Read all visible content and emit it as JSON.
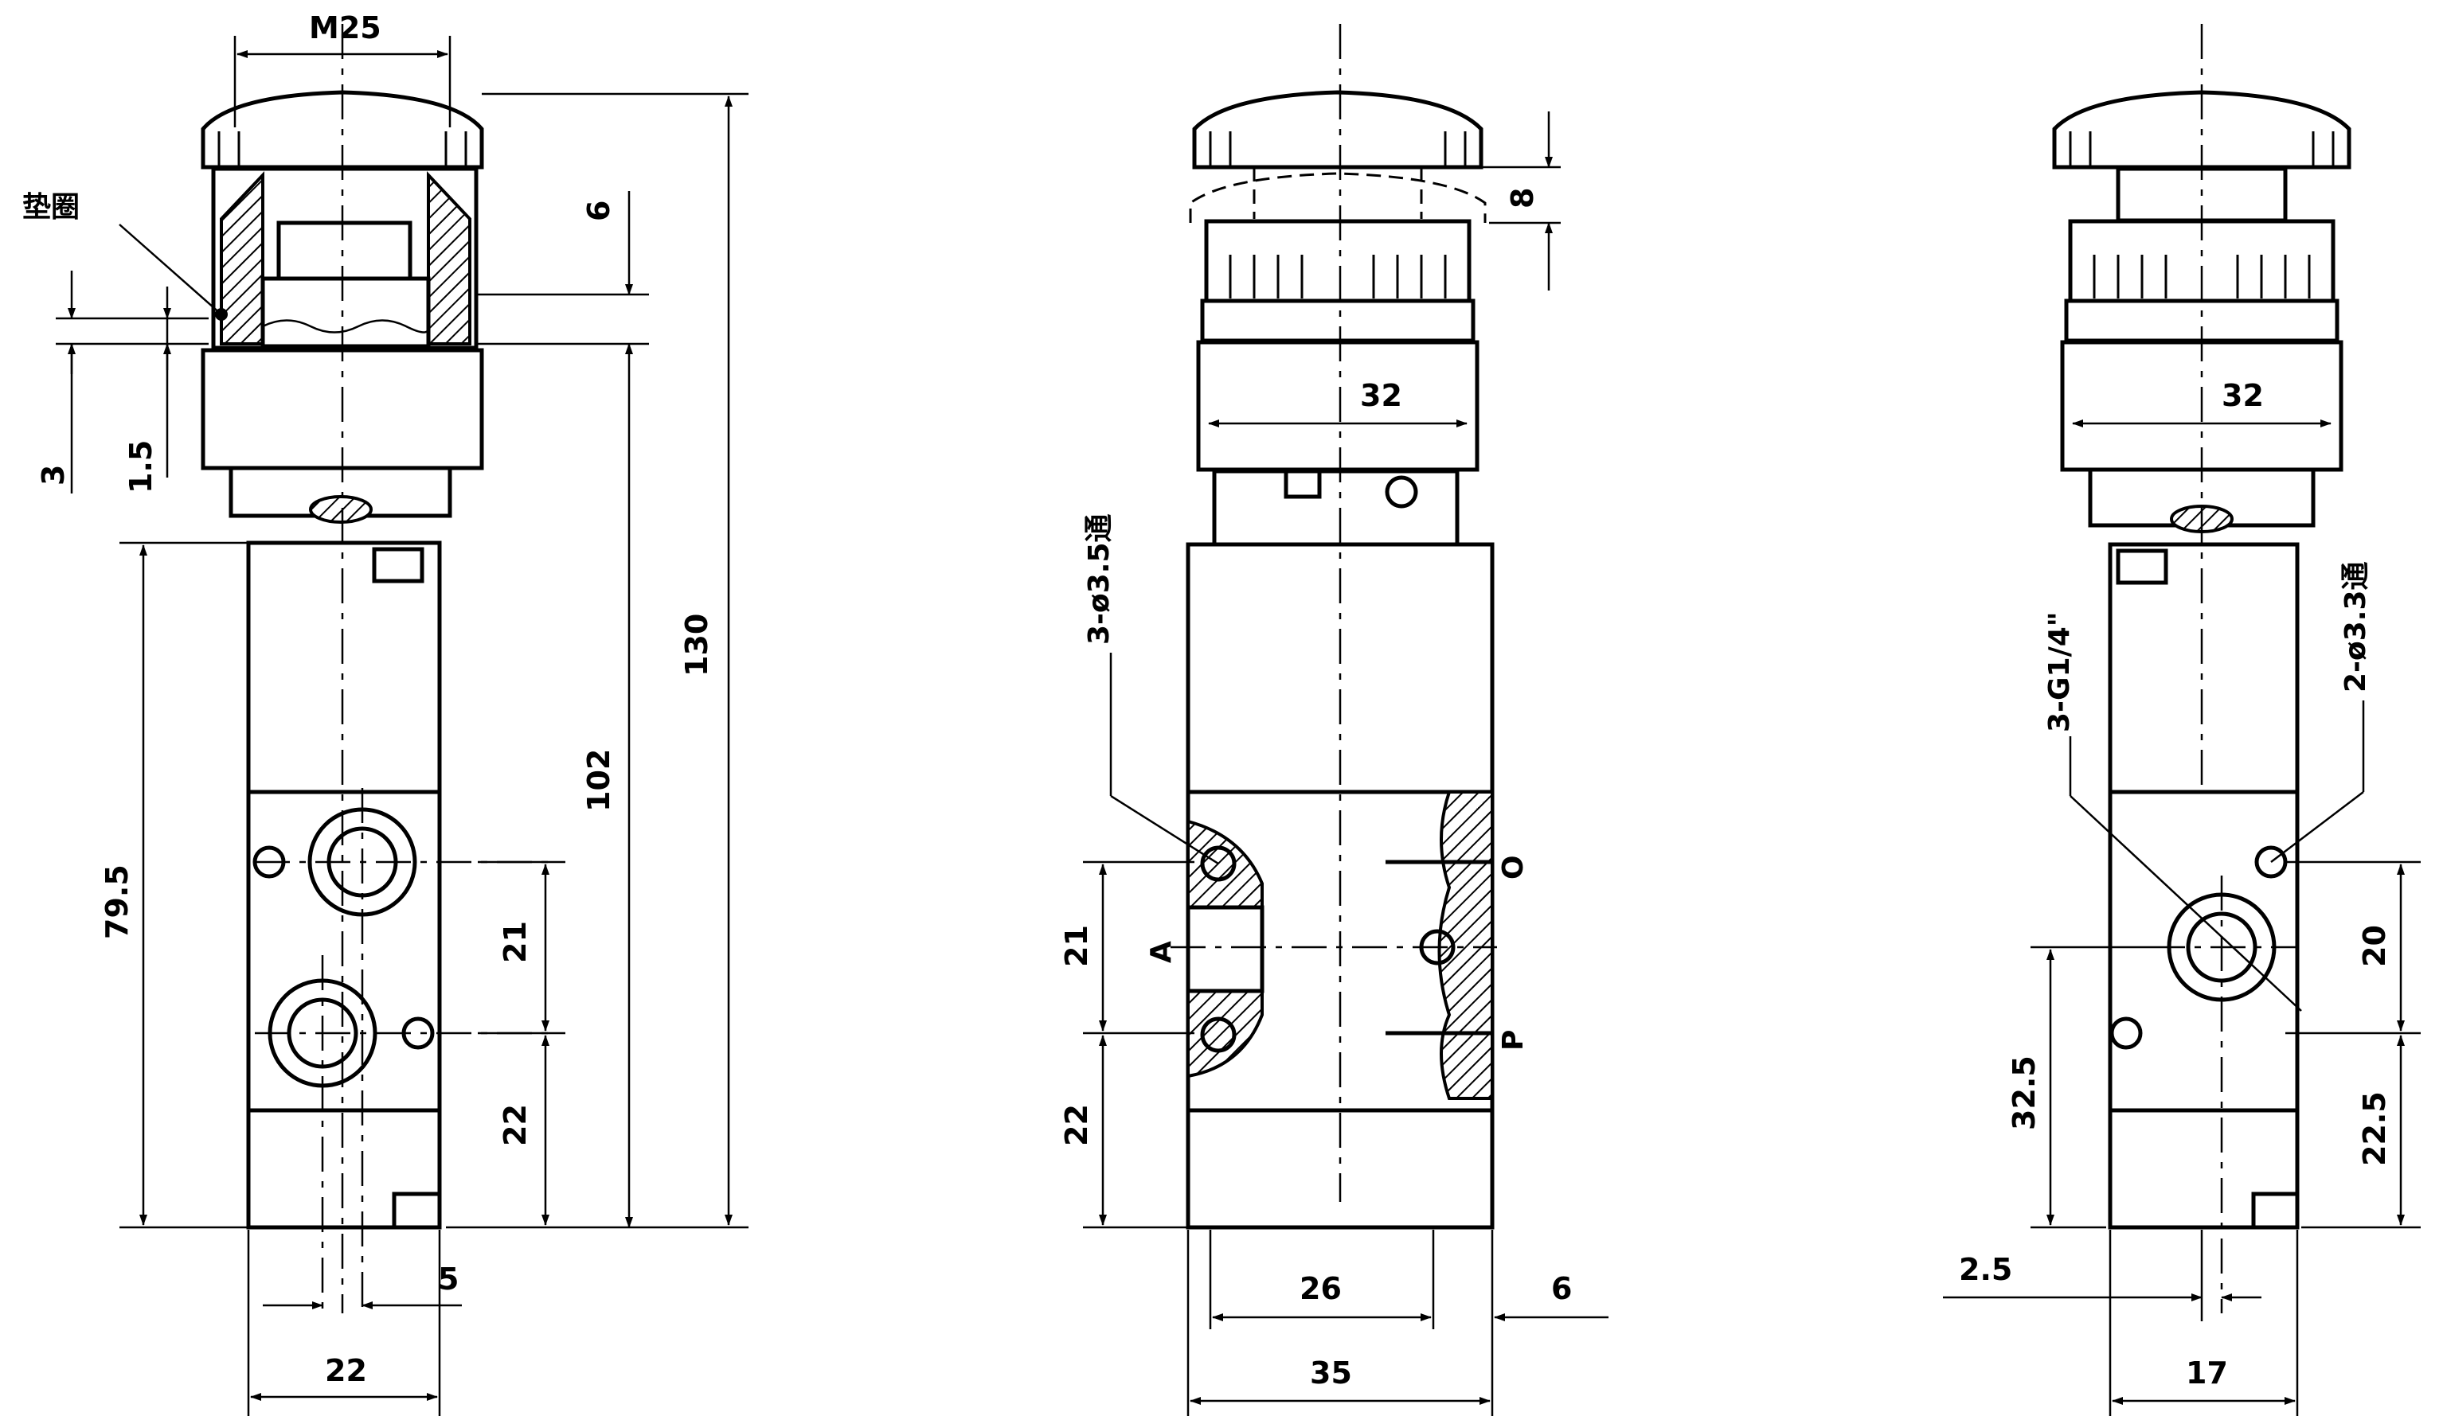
{
  "front_view": {
    "thread": "M25",
    "gasket_label": "垫圈",
    "dims": {
      "d6": "6",
      "d1_5": "1.5",
      "d3": "3",
      "d130": "130",
      "d102": "102",
      "d79_5": "79.5",
      "d21": "21",
      "d22v": "22",
      "d5": "5",
      "d22h": "22"
    }
  },
  "side_view": {
    "dims": {
      "d8": "8",
      "d32": "32",
      "d21": "21",
      "d22": "22",
      "d26": "26",
      "d6": "6",
      "d35": "35"
    },
    "holes": "3-ø3.5通",
    "port_a": "A",
    "port_o": "O",
    "port_p": "P"
  },
  "rear_view": {
    "dims": {
      "d32": "32",
      "d20": "20",
      "d32_5": "32.5",
      "d22_5": "22.5",
      "d2_5": "2.5",
      "d17": "17"
    },
    "ports": "3-G1/4\"",
    "holes": "2-ø3.3通"
  }
}
